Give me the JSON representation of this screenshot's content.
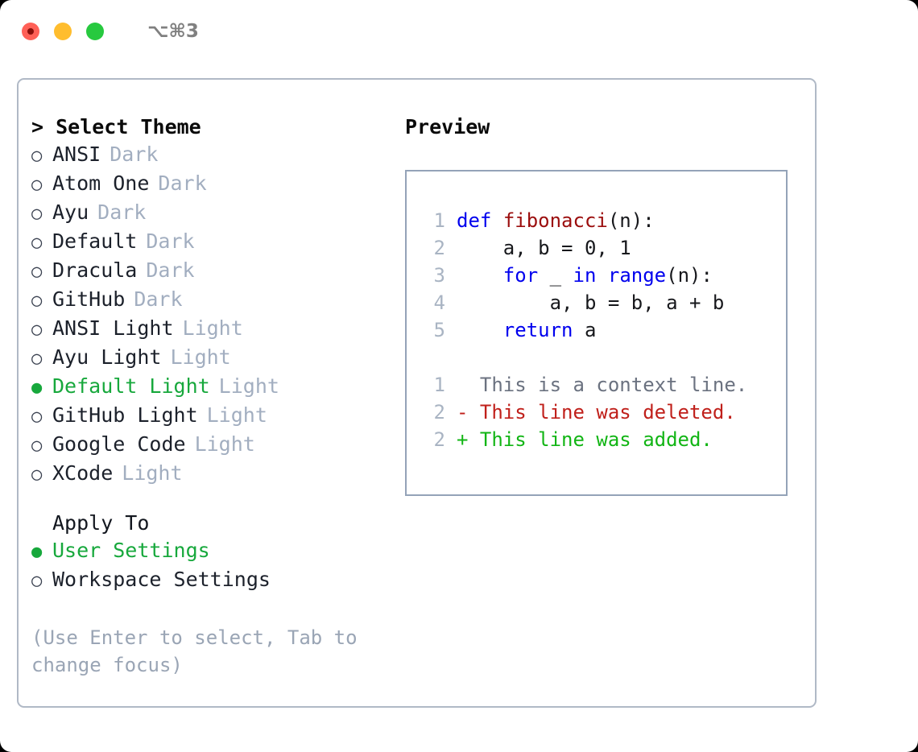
{
  "titlebar": {
    "shortcut": "⌥⌘3",
    "lights": [
      "close",
      "minimize",
      "zoom"
    ]
  },
  "theme_picker": {
    "heading": "> Select Theme",
    "options": [
      {
        "bullet": "○",
        "label": "ANSI",
        "badge": "Dark",
        "selected": false
      },
      {
        "bullet": "○",
        "label": "Atom One",
        "badge": "Dark",
        "selected": false
      },
      {
        "bullet": "○",
        "label": "Ayu",
        "badge": "Dark",
        "selected": false
      },
      {
        "bullet": "○",
        "label": "Default",
        "badge": "Dark",
        "selected": false
      },
      {
        "bullet": "○",
        "label": "Dracula",
        "badge": "Dark",
        "selected": false
      },
      {
        "bullet": "○",
        "label": "GitHub",
        "badge": "Dark",
        "selected": false
      },
      {
        "bullet": "○",
        "label": "ANSI Light",
        "badge": "Light",
        "selected": false
      },
      {
        "bullet": "○",
        "label": "Ayu Light",
        "badge": "Light",
        "selected": false
      },
      {
        "bullet": "●",
        "label": "Default Light",
        "badge": "Light",
        "selected": true
      },
      {
        "bullet": "○",
        "label": "GitHub Light",
        "badge": "Light",
        "selected": false
      },
      {
        "bullet": "○",
        "label": "Google Code",
        "badge": "Light",
        "selected": false
      },
      {
        "bullet": "○",
        "label": "XCode",
        "badge": "Light",
        "selected": false
      }
    ]
  },
  "apply_to": {
    "heading": "Apply To",
    "options": [
      {
        "bullet": "●",
        "label": "User Settings",
        "selected": true
      },
      {
        "bullet": "○",
        "label": "Workspace Settings",
        "selected": false
      }
    ]
  },
  "hint": "(Use Enter to select, Tab to change focus)",
  "preview": {
    "title": "Preview",
    "code_lines": [
      {
        "no": "1",
        "tokens": [
          {
            "t": "def",
            "c": "kw"
          },
          {
            "t": " ",
            "c": "plain"
          },
          {
            "t": "fibonacci",
            "c": "fn"
          },
          {
            "t": "(n):",
            "c": "plain"
          }
        ]
      },
      {
        "no": "2",
        "tokens": [
          {
            "t": "    a, b = 0, 1",
            "c": "plain"
          }
        ]
      },
      {
        "no": "3",
        "tokens": [
          {
            "t": "    ",
            "c": "plain"
          },
          {
            "t": "for",
            "c": "kw"
          },
          {
            "t": " _ ",
            "c": "plain"
          },
          {
            "t": "in",
            "c": "kw"
          },
          {
            "t": " ",
            "c": "plain"
          },
          {
            "t": "range",
            "c": "kw"
          },
          {
            "t": "(n):",
            "c": "plain"
          }
        ]
      },
      {
        "no": "4",
        "tokens": [
          {
            "t": "        a, b = b, a + b",
            "c": "plain"
          }
        ]
      },
      {
        "no": "5",
        "tokens": [
          {
            "t": "    ",
            "c": "plain"
          },
          {
            "t": "return",
            "c": "kw"
          },
          {
            "t": " a",
            "c": "plain"
          }
        ]
      }
    ],
    "diff_lines": [
      {
        "no": "1",
        "kind": "ctx",
        "text": "  This is a context line."
      },
      {
        "no": "2",
        "kind": "del",
        "text": "- This line was deleted."
      },
      {
        "no": "2",
        "kind": "add",
        "text": "+ This line was added."
      }
    ]
  },
  "colors": {
    "selected_green": "#17a83c",
    "badge_gray": "#a2aec0",
    "hint_gray": "#9aa5b5",
    "keyword_blue": "#0000ee",
    "function_red": "#9b0d0d",
    "diff_add_green": "#12b515",
    "diff_del_red": "#c0201b",
    "border_gray": "#94a3b8"
  }
}
